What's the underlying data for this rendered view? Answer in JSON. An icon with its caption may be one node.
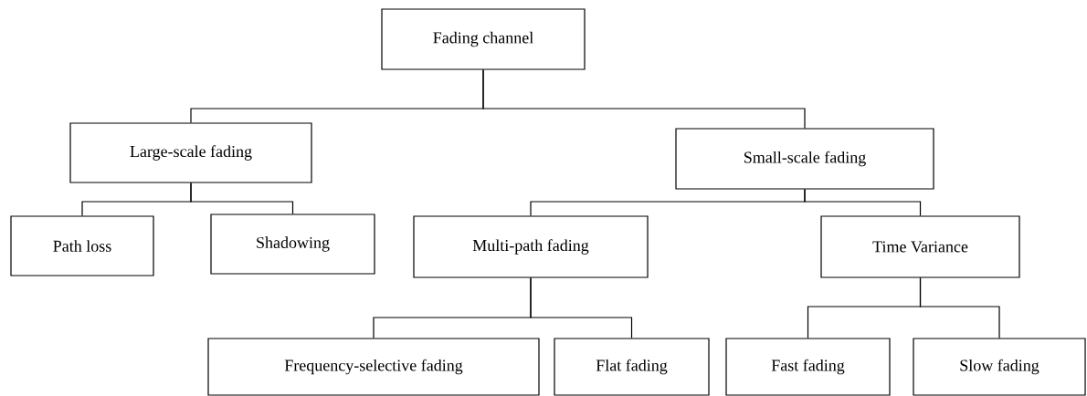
{
  "diagram": {
    "nodes": [
      {
        "text": [
          "Fading channel"
        ]
      },
      {
        "text": [
          "Large-scale fading"
        ]
      },
      {
        "text": [
          "Small-scale fading"
        ]
      },
      {
        "text": [
          "Path loss"
        ]
      },
      {
        "text": [
          "Shadowing"
        ]
      },
      {
        "text": [
          "Multi-path fading"
        ]
      },
      {
        "text": [
          "Time Variance"
        ]
      },
      {
        "text": [
          "Frequency-selective fading"
        ]
      },
      {
        "text": [
          "Flat fading"
        ]
      },
      {
        "text": [
          "Fast fading"
        ]
      },
      {
        "text": [
          "Slow fading"
        ]
      }
    ],
    "edges": [
      {
        "from": 0,
        "to": 1,
        "arrow": "none"
      },
      {
        "from": 0,
        "to": 2,
        "arrow": "none"
      },
      {
        "from": 1,
        "to": 3,
        "arrow": "none"
      },
      {
        "from": 1,
        "to": 4,
        "arrow": "none"
      },
      {
        "from": 2,
        "to": 5,
        "arrow": "none"
      },
      {
        "from": 2,
        "to": 6,
        "arrow": "none"
      },
      {
        "from": 5,
        "to": 7,
        "arrow": "none"
      },
      {
        "from": 5,
        "to": 8,
        "arrow": "none"
      },
      {
        "from": 6,
        "to": 9,
        "arrow": "none"
      },
      {
        "from": 6,
        "to": 10,
        "arrow": "none"
      }
    ]
  }
}
